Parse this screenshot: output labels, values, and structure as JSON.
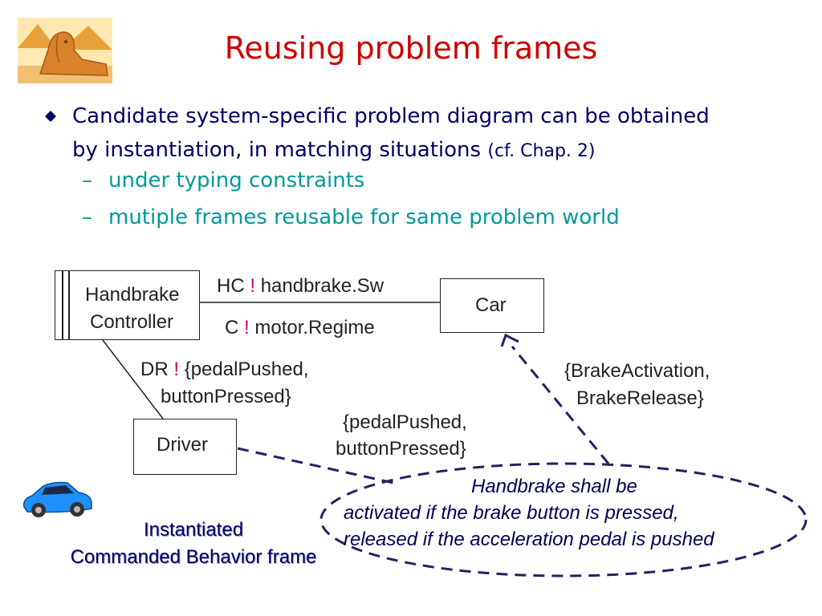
{
  "slide": {
    "title": "Reusing problem frames",
    "bullet_main": "Candidate system-specific problem diagram can be obtained",
    "bullet_main_line2": "by instantiation, in matching situations",
    "bullet_ref": "(cf. Chap. 2)",
    "sub_bullets": [
      "under typing constraints",
      "mutiple frames reusable for same problem world"
    ],
    "dash": "–"
  },
  "diagram": {
    "controller_line1": "Handbrake",
    "controller_line2": "Controller",
    "car": "Car",
    "driver": "Driver",
    "hc_prefix": "HC",
    "hc_suffix": "handbrake.Sw",
    "c_prefix": "C",
    "c_suffix": "motor.Regime",
    "dr_prefix": "DR",
    "dr_suffix": "{pedalPushed,",
    "dr_line2": "buttonPressed}",
    "brake_line1": "{BrakeActivation,",
    "brake_line2": "BrakeRelease}",
    "driver_ref_line1": "{pedalPushed,",
    "driver_ref_line2": "buttonPressed}",
    "bang": "!",
    "requirement_line1": "Handbrake shall be",
    "requirement_line2": "activated if the brake button is pressed,",
    "requirement_line3": "released if the acceleration pedal is pushed",
    "frame_caption_line1": "Instantiated",
    "frame_caption_line2": "Commanded Behavior frame"
  },
  "colors": {
    "title": "#cc0000",
    "bullet": "#000066",
    "sub_bullet": "#009999",
    "bang": "#cc0066",
    "dashed": "#222266",
    "car_icon": "#1e90ff"
  },
  "icons": [
    "sphinx-icon",
    "car-icon",
    "diamond-bullet-icon"
  ]
}
